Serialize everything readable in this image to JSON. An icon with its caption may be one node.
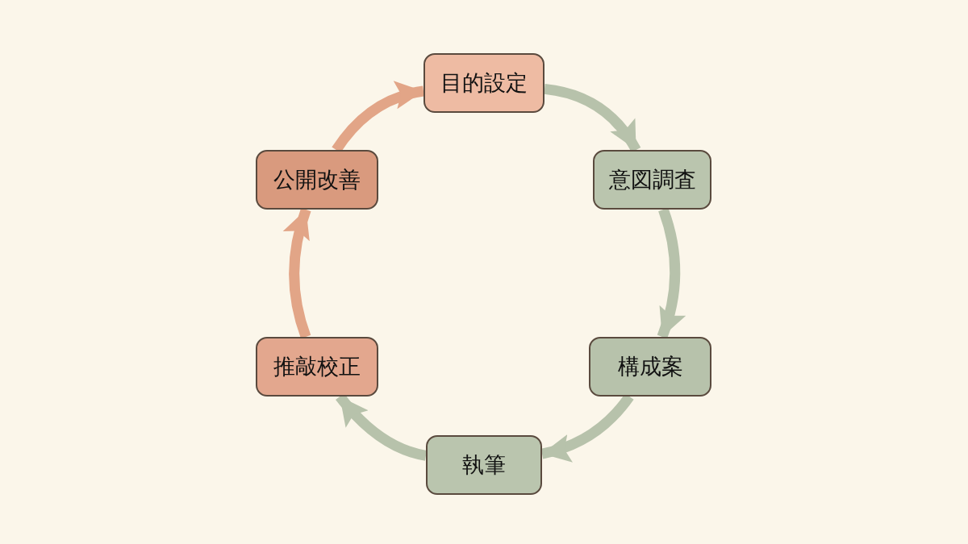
{
  "diagram": {
    "nodes": [
      {
        "text": [
          "目的設定"
        ]
      },
      {
        "text": [
          "意図調査"
        ]
      },
      {
        "text": [
          "構成案"
        ]
      },
      {
        "text": [
          "執筆"
        ]
      },
      {
        "text": [
          "推敲校正"
        ]
      },
      {
        "text": [
          "公開改善"
        ]
      }
    ],
    "edges": [
      {
        "from": 0,
        "to": 1,
        "arrow": "to"
      },
      {
        "from": 1,
        "to": 2,
        "arrow": "to"
      },
      {
        "from": 2,
        "to": 3,
        "arrow": "to"
      },
      {
        "from": 3,
        "to": 4,
        "arrow": "to"
      },
      {
        "from": 4,
        "to": 5,
        "arrow": "to",
        "color": "#e2a587"
      },
      {
        "from": 5,
        "to": 0,
        "arrow": "to",
        "color": "#e2a587"
      }
    ]
  }
}
